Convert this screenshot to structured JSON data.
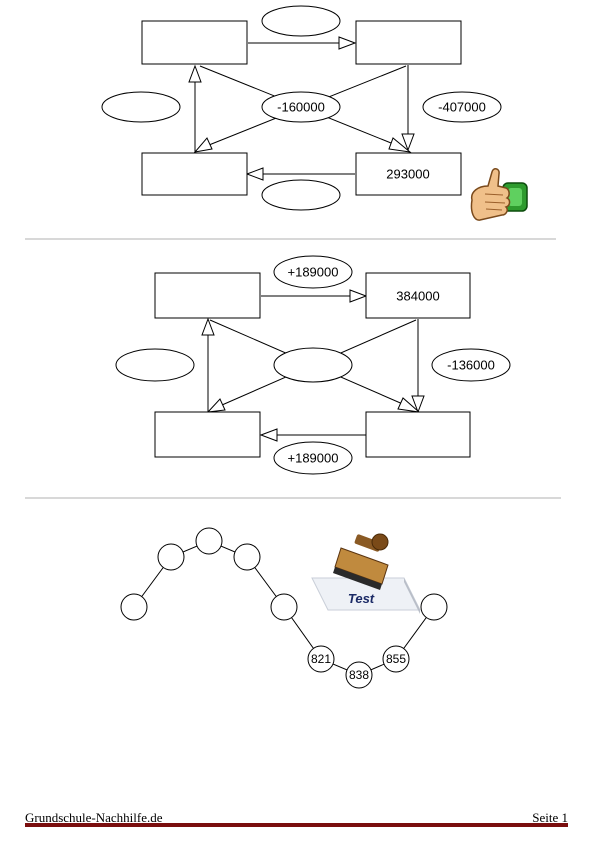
{
  "diagram1": {
    "top_left": "",
    "top_right": "",
    "bottom_left": "",
    "bottom_right": "293000",
    "oval_top": "",
    "oval_left": "",
    "oval_center": "-160000",
    "oval_right": "-407000",
    "oval_bottom": ""
  },
  "diagram2": {
    "top_left": "",
    "top_right": "384000",
    "bottom_left": "",
    "bottom_right": "",
    "oval_top": "+189000",
    "oval_left": "",
    "oval_center": "",
    "oval_right": "-136000",
    "oval_bottom": "+189000"
  },
  "chain": {
    "circles": [
      "",
      "",
      "",
      "",
      "",
      "821",
      "838",
      "855",
      ""
    ]
  },
  "stamp": {
    "label": "Test",
    "icon": "rubber-stamp-icon"
  },
  "thumb": {
    "icon": "thumbs-up-icon"
  },
  "footer": {
    "site": "Grundschule-Nachhilfe.de",
    "page": "Seite 1"
  }
}
